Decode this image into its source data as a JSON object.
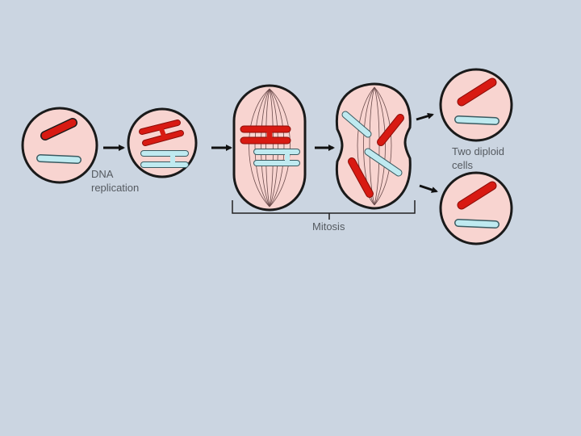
{
  "labels": {
    "dna_line1": "DNA",
    "dna_line2": "replication",
    "mitosis": "Mitosis",
    "diploid_line1": "Two diploid",
    "diploid_line2": "cells"
  },
  "colors": {
    "background": "#cbd5e1",
    "cell_fill": "#f8d4d0",
    "cell_stroke": "#1a1a1a",
    "red_chromosome": "#d81a12",
    "blue_chromosome": "#bfeaf0",
    "spindle": "#6b4c4c"
  }
}
